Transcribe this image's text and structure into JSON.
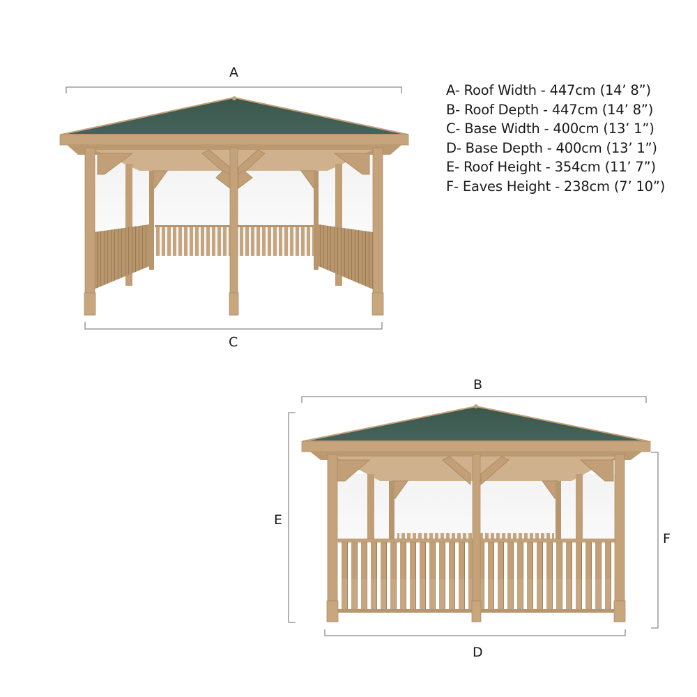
{
  "legend": [
    {
      "key": "A",
      "text": "A- Roof Width - 447cm (14’ 8”)"
    },
    {
      "key": "B",
      "text": "B- Roof Depth - 447cm (14’ 8”)"
    },
    {
      "key": "C",
      "text": "C- Base Width - 400cm (13’ 1”)"
    },
    {
      "key": "D",
      "text": "D- Base Depth - 400cm (13’ 1”)"
    },
    {
      "key": "E",
      "text": "E- Roof Height - 354cm (11’ 7”)"
    },
    {
      "key": "F",
      "text": "F- Eaves Height - 238cm (7’ 10”)"
    }
  ],
  "labels": {
    "A": "A",
    "B": "B",
    "C": "C",
    "D": "D",
    "E": "E",
    "F": "F"
  },
  "colors": {
    "roof": "#3f5a4f",
    "wood": "#c4a27a",
    "wood_dark": "#a98660",
    "dim_line": "#8a8a8a",
    "text": "#1a1a1a"
  }
}
